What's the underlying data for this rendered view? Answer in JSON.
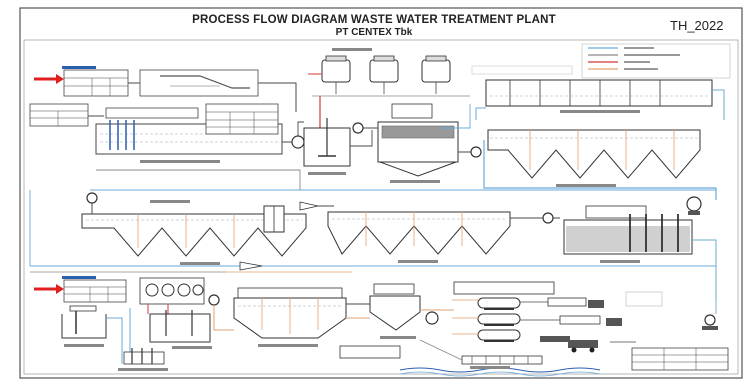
{
  "diagram": {
    "title_line1": "PROCESS FLOW DIAGRAM WASTE WATER TREATMENT PLANT",
    "title_line2": "PT CENTEX Tbk",
    "year_label": "TH_2022"
  },
  "colors": {
    "border": "#555555",
    "line_main": "#4a4a4a",
    "pipe_blue": "#6aa9d6",
    "pipe_red": "#d23a3a",
    "pipe_orange": "#e0a070",
    "pipe_gray": "#8a8a8a",
    "arrow_red": "#e02020",
    "water_blue": "#2a5fb0"
  }
}
